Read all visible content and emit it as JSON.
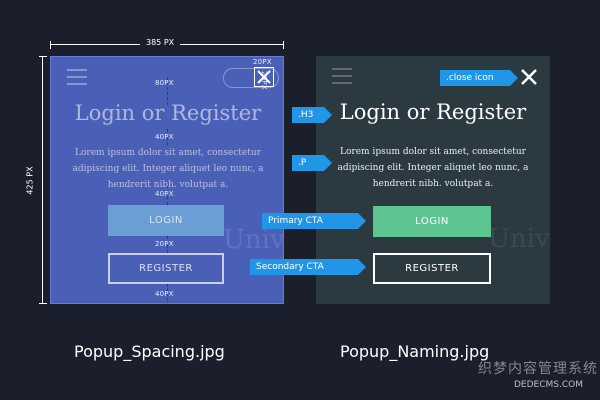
{
  "diagram": {
    "width_label": "385 PX",
    "height_label": "425 PX"
  },
  "spacing_panel": {
    "close_size_top": "20PX",
    "close_size_side": "20PX",
    "title": "Login or Register",
    "body": "Lorem ipsum dolor sit amet, consectetur adipiscing elit. Integer aliquet leo nunc, a hendrerit nibh. volutpat a.",
    "login_label": "LOGIN",
    "register_label": "REGISTER",
    "gap_labels": [
      "80PX",
      "40PX",
      "40PX",
      "20PX",
      "40PX"
    ],
    "ghost_text": "Univ",
    "caption": "Popup_Spacing.jpg"
  },
  "naming_panel": {
    "title": "Login or Register",
    "body": "Lorem ipsum dolor sit amet, consectetur adipiscing elit. Integer aliquet leo nunc, a hendrerit nibh. volutpat a.",
    "login_label": "LOGIN",
    "register_label": "REGISTER",
    "ghost_text": "Univ",
    "caption": "Popup_Naming.jpg"
  },
  "callouts": {
    "close_icon": ".close icon",
    "h3": ".H3",
    "p": ".P",
    "primary_cta": "Primary CTA",
    "secondary_cta": "Secondary CTA"
  },
  "colors": {
    "background": "#1b1f2b",
    "spacing_overlay": "#4a5fb6",
    "naming_panel": "#2a3a40",
    "primary_cta": "#5ec490",
    "tag": "#2196e6"
  },
  "watermark": {
    "cjk": "织梦内容管理系统",
    "domain": "DEDECMS.COM"
  }
}
